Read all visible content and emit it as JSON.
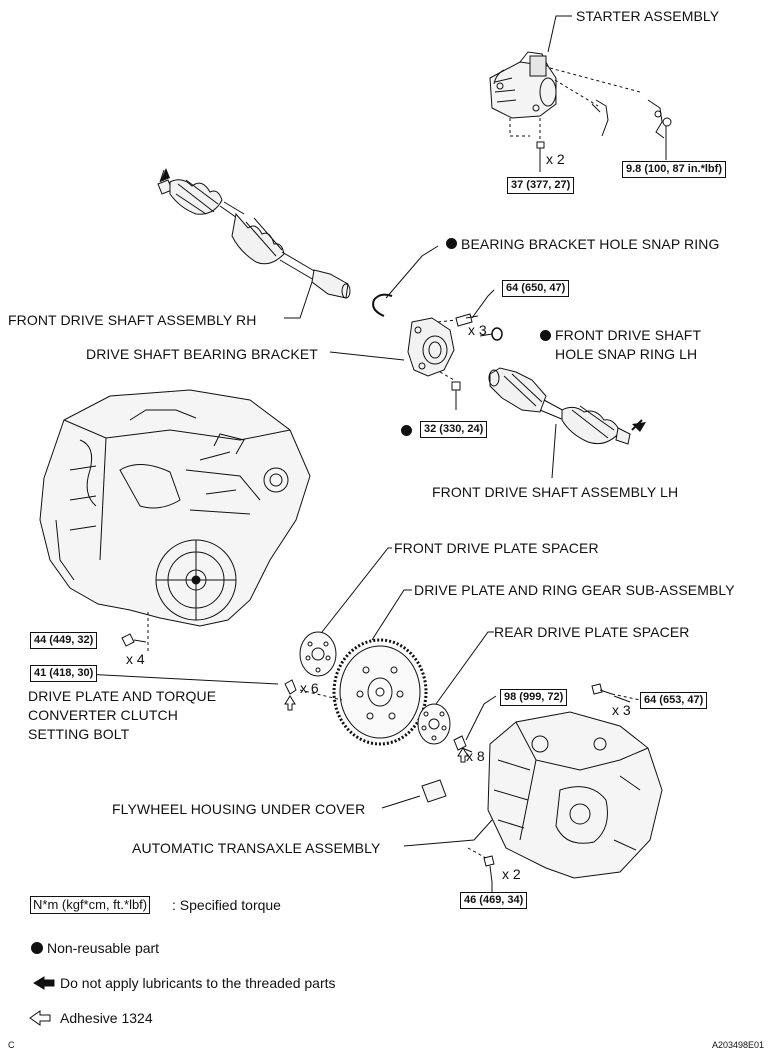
{
  "labels": {
    "starter_assembly": "STARTER ASSEMBLY",
    "bearing_bracket_hole_snap_ring": "BEARING BRACKET HOLE SNAP RING",
    "front_drive_shaft_assembly_rh": "FRONT DRIVE SHAFT ASSEMBLY RH",
    "drive_shaft_bearing_bracket": "DRIVE SHAFT BEARING BRACKET",
    "front_drive_shaft_hole_snap_ring_lh_line1": "FRONT DRIVE SHAFT",
    "front_drive_shaft_hole_snap_ring_lh_line2": "HOLE SNAP RING LH",
    "front_drive_shaft_assembly_lh": "FRONT DRIVE SHAFT ASSEMBLY LH",
    "front_drive_plate_spacer": "FRONT DRIVE PLATE SPACER",
    "drive_plate_and_ring_gear": "DRIVE PLATE AND RING GEAR SUB-ASSEMBLY",
    "rear_drive_plate_spacer": "REAR DRIVE PLATE SPACER",
    "setting_bolt_line1": "DRIVE PLATE AND TORQUE",
    "setting_bolt_line2": "CONVERTER CLUTCH",
    "setting_bolt_line3": "SETTING BOLT",
    "flywheel_housing_under_cover": "FLYWHEEL HOUSING UNDER COVER",
    "automatic_transaxle_assembly": "AUTOMATIC TRANSAXLE ASSEMBLY"
  },
  "torques": {
    "starter_bolt": "37 (377, 27)",
    "starter_nut": "9.8 (100, 87 in.*lbf)",
    "bracket_bolt_top": "64 (650, 47)",
    "bracket_bolt_bottom": "32 (330, 24)",
    "engine_bolt_upper": "44 (449, 32)",
    "setting_bolt": "41 (418, 30)",
    "transaxle_bolt_98": "98 (999, 72)",
    "transaxle_bolt_64": "64 (653, 47)",
    "transaxle_bolt_46": "46 (469, 34)"
  },
  "quantities": {
    "starter_bolt": "x 2",
    "bracket_bolt": "x 3",
    "engine_bolt": "x 4",
    "setting_bolt": "x 6",
    "transaxle_98": "x 8",
    "transaxle_64": "x 3",
    "transaxle_46": "x 2"
  },
  "legend": {
    "torque_box": "N*m (kgf*cm, ft.*lbf)",
    "torque_text": ": Specified torque",
    "non_reusable": "Non-reusable part",
    "no_lubricant": "Do not apply lubricants to the threaded parts",
    "adhesive": "Adhesive 1324"
  },
  "footer": {
    "corner_letter": "C",
    "figure_code": "A203498E01"
  }
}
